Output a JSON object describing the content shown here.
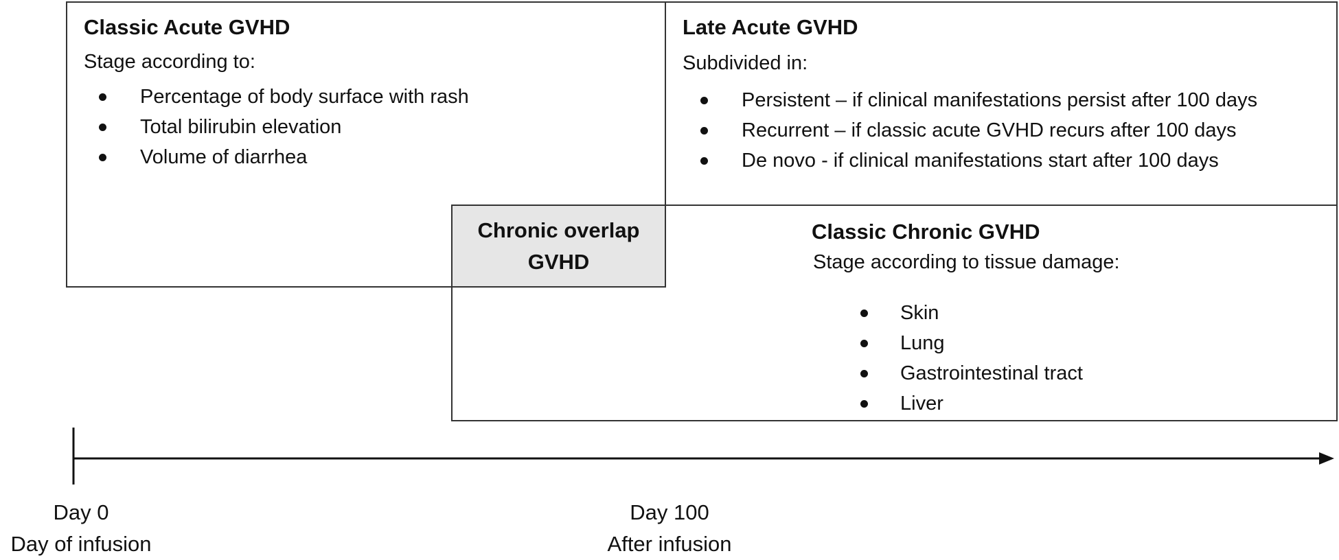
{
  "classic_acute": {
    "title": "Classic Acute GVHD",
    "subtitle": "Stage according to:",
    "items": [
      "Percentage of body surface with rash",
      "Total bilirubin elevation",
      "Volume of diarrhea"
    ]
  },
  "late_acute": {
    "title": "Late Acute GVHD",
    "subtitle": "Subdivided in:",
    "items": [
      "Persistent – if clinical manifestations persist after 100 days",
      "Recurrent – if classic acute GVHD recurs after 100 days",
      "De novo - if clinical manifestations start after 100 days"
    ]
  },
  "chronic_overlap": {
    "line1": "Chronic overlap",
    "line2": "GVHD"
  },
  "classic_chronic": {
    "title": "Classic Chronic GVHD",
    "subtitle": "Stage according to tissue damage:",
    "items": [
      "Skin",
      "Lung",
      "Gastrointestinal tract",
      "Liver"
    ]
  },
  "timeline": {
    "start_label": "Day 0",
    "start_sub": "Day of infusion",
    "mid_label": "Day 100",
    "mid_sub": "After infusion"
  },
  "colors": {
    "border": "#333333",
    "overlap_fill": "#e6e6e6",
    "text": "#111111"
  }
}
